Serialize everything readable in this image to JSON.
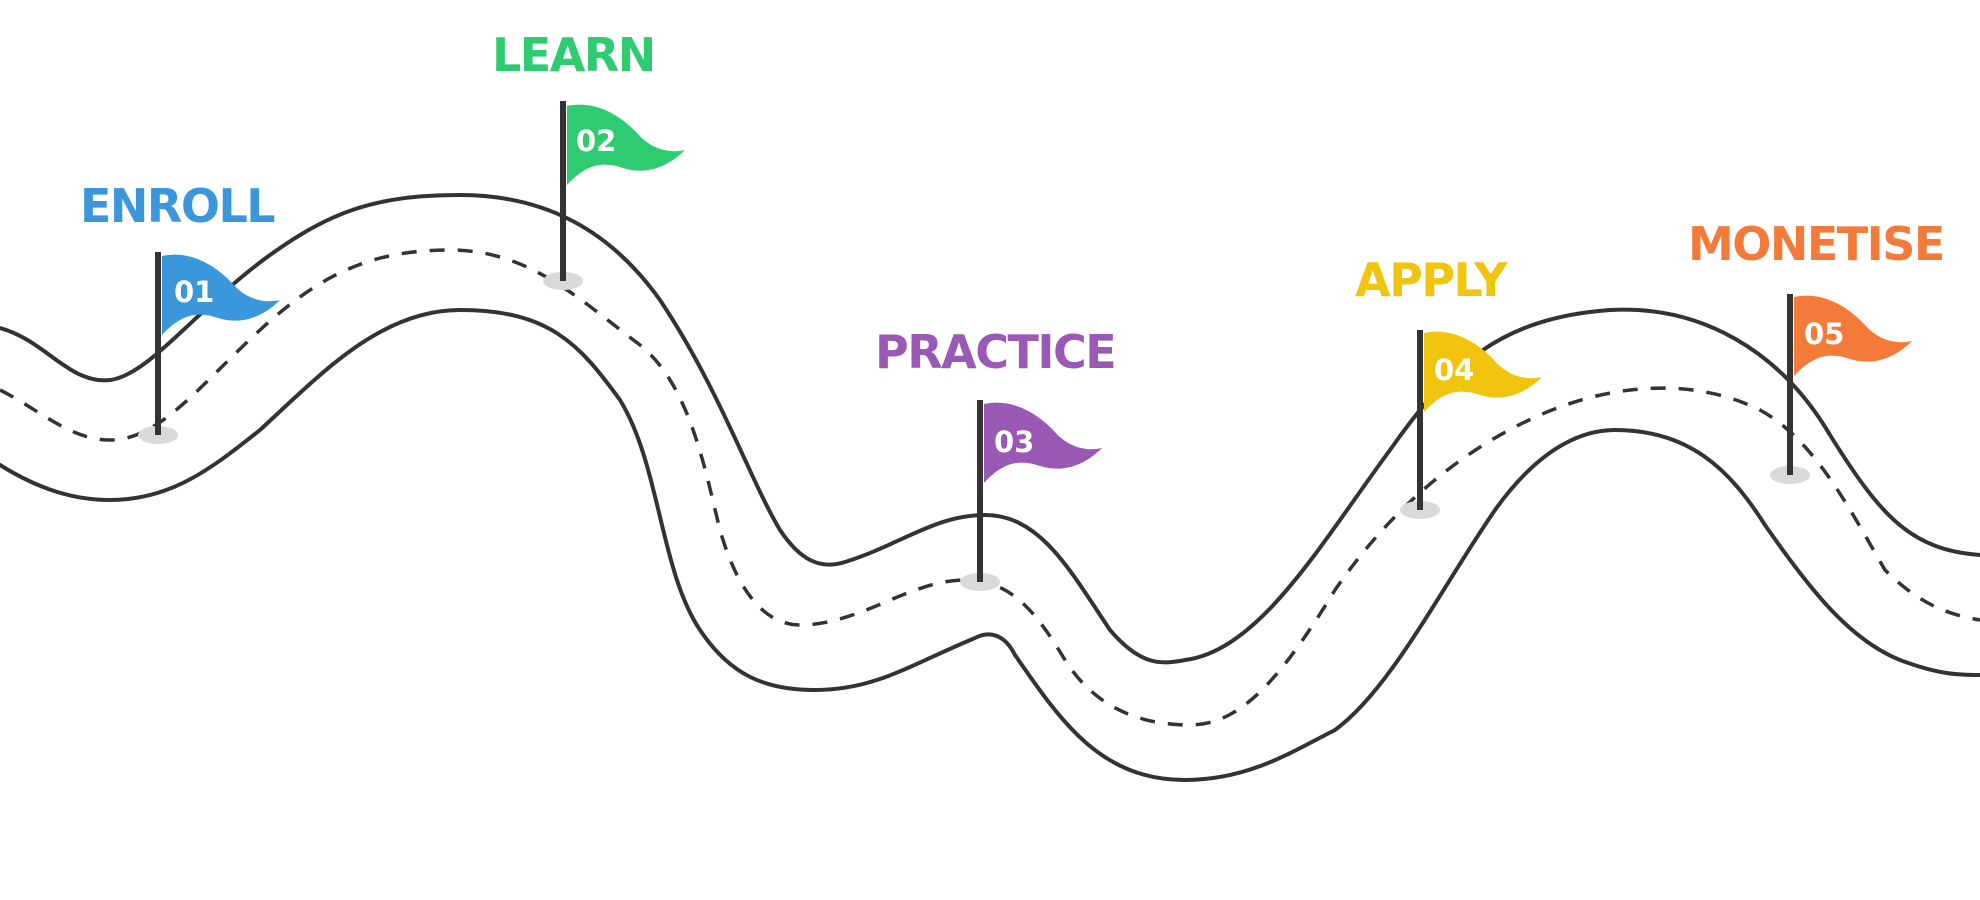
{
  "steps": [
    {
      "label": "ENROLL",
      "number": "01",
      "color": "#3a97dc"
    },
    {
      "label": "LEARN",
      "number": "02",
      "color": "#2ecb71"
    },
    {
      "label": "PRACTICE",
      "number": "03",
      "color": "#9b59b6"
    },
    {
      "label": "APPLY",
      "number": "04",
      "color": "#f1c40f"
    },
    {
      "label": "MONETISE",
      "number": "05",
      "color": "#f47a3a"
    }
  ]
}
